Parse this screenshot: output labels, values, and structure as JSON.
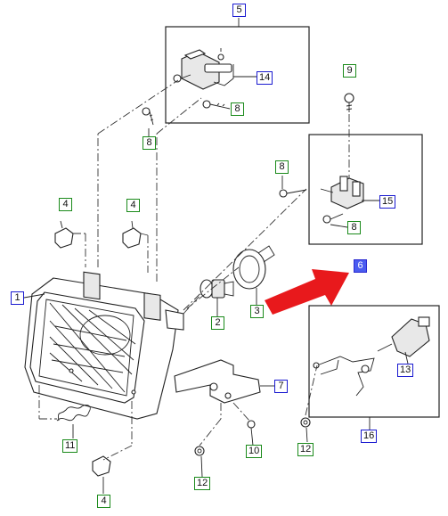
{
  "diagram": {
    "callouts": [
      {
        "id": "c5",
        "label": "5",
        "style": "blue"
      },
      {
        "id": "c14",
        "label": "14",
        "style": "blue"
      },
      {
        "id": "c8a",
        "label": "8",
        "style": "green"
      },
      {
        "id": "c8b",
        "label": "8",
        "style": "green"
      },
      {
        "id": "c9",
        "label": "9",
        "style": "green"
      },
      {
        "id": "c8c",
        "label": "8",
        "style": "green"
      },
      {
        "id": "c15",
        "label": "15",
        "style": "blue"
      },
      {
        "id": "c8d",
        "label": "8",
        "style": "green"
      },
      {
        "id": "c6",
        "label": "6",
        "style": "highlight"
      },
      {
        "id": "c4a",
        "label": "4",
        "style": "green"
      },
      {
        "id": "c4b",
        "label": "4",
        "style": "green"
      },
      {
        "id": "c1",
        "label": "1",
        "style": "blue"
      },
      {
        "id": "c2",
        "label": "2",
        "style": "green"
      },
      {
        "id": "c3",
        "label": "3",
        "style": "green"
      },
      {
        "id": "c7",
        "label": "7",
        "style": "blue"
      },
      {
        "id": "c13",
        "label": "13",
        "style": "blue"
      },
      {
        "id": "c11",
        "label": "11",
        "style": "green"
      },
      {
        "id": "c10",
        "label": "10",
        "style": "green"
      },
      {
        "id": "c12a",
        "label": "12",
        "style": "green"
      },
      {
        "id": "c12b",
        "label": "12",
        "style": "green"
      },
      {
        "id": "c16",
        "label": "16",
        "style": "blue"
      },
      {
        "id": "c4c",
        "label": "4",
        "style": "green"
      }
    ],
    "colors": {
      "callout_blue": "#1a1ad0",
      "callout_green": "#1a8a1a",
      "highlight_fill": "#4a5cf0",
      "arrow": "#e8191c",
      "line": "#222222"
    }
  }
}
